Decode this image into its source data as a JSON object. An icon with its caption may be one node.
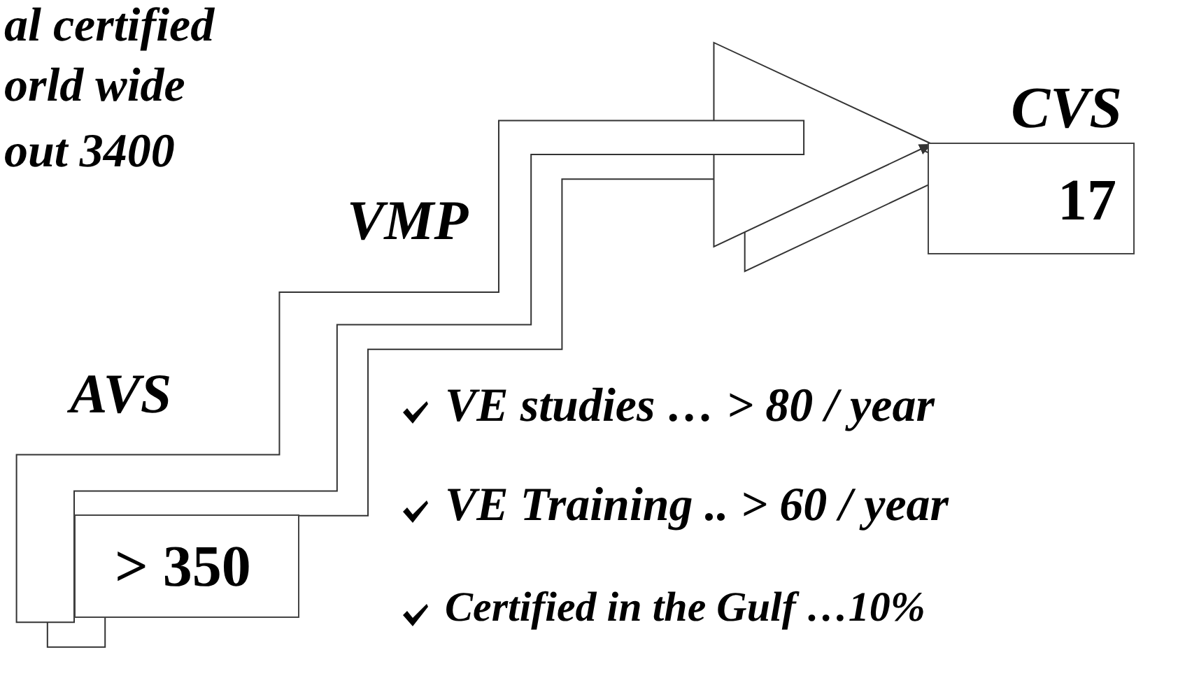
{
  "diagram": {
    "nodes": [
      {
        "text": [
          "> 350"
        ]
      },
      {
        "text": [
          "CVS",
          "17"
        ]
      }
    ],
    "edges": [
      {
        "from": 0,
        "to": 1,
        "arrow": "to"
      }
    ],
    "labels": [
      "al certified",
      "orld wide",
      "out 3400",
      "VMP",
      "AVS",
      "VE studies …  > 80 / year",
      "VE Training .. > 60 / year",
      "Certified in the Gulf …10%"
    ]
  }
}
